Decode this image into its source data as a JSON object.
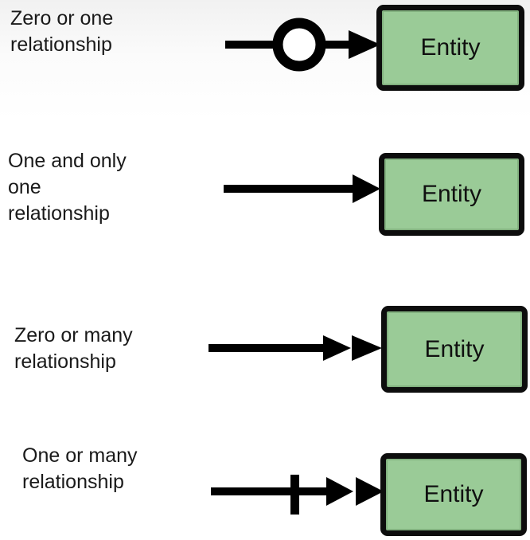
{
  "diagram": {
    "title": "Entity relationship cardinality notation legend",
    "colors": {
      "entity_fill": "#9acb97",
      "entity_border": "#0d0d0d",
      "connector": "#000000",
      "label_text": "#1a1a1a",
      "background": "#ffffff"
    },
    "rows": [
      {
        "id": "zero-or-one",
        "label": "Zero or one\nrelationship",
        "entity_label": "Entity",
        "notation_icon": "circle-and-arrowhead"
      },
      {
        "id": "one-and-only-one",
        "label": "One and only\none\nrelationship",
        "entity_label": "Entity",
        "notation_icon": "single-arrowhead"
      },
      {
        "id": "zero-or-many",
        "label": "Zero or many\nrelationship",
        "entity_label": "Entity",
        "notation_icon": "double-arrowhead"
      },
      {
        "id": "one-or-many",
        "label": "One or many\nrelationship",
        "entity_label": "Entity",
        "notation_icon": "tick-and-double-arrowhead"
      }
    ]
  }
}
